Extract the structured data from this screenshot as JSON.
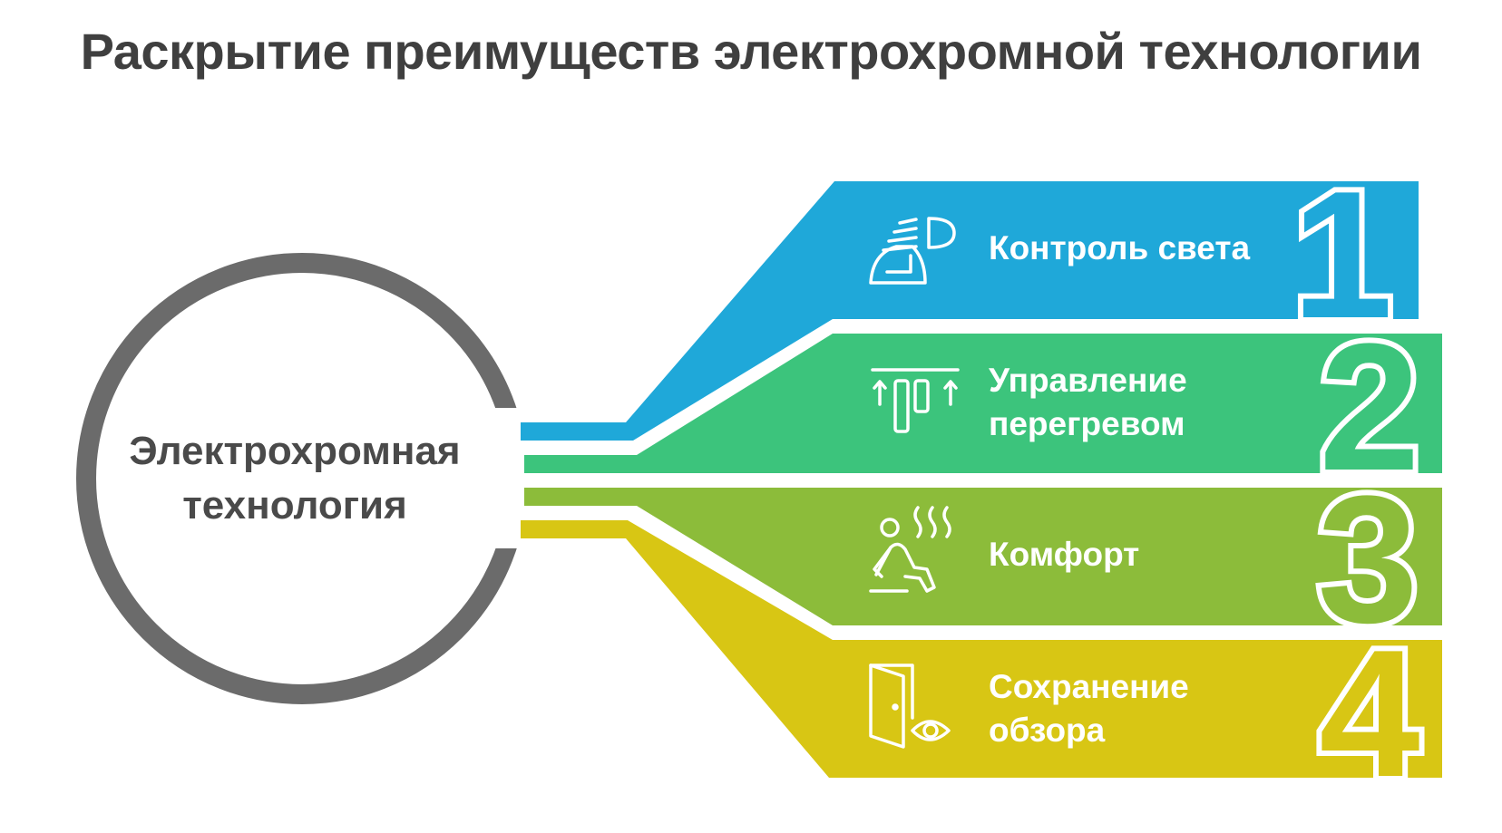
{
  "title": "Раскрытие преимуществ электрохромной технологии",
  "center": {
    "label_line1": "Электрохромная",
    "label_line2": "технология"
  },
  "items": [
    {
      "number": "1",
      "label_line1": "Контроль света",
      "label_line2": "",
      "color": "#1fa8d9",
      "icon": "headlight-icon"
    },
    {
      "number": "2",
      "label_line1": "Управление",
      "label_line2": "перегревом",
      "color": "#3cc47c",
      "icon": "heat-shield-icon"
    },
    {
      "number": "3",
      "label_line1": "Комфорт",
      "label_line2": "",
      "color": "#8cbc3a",
      "icon": "person-relaxing-heat-icon"
    },
    {
      "number": "4",
      "label_line1": "Сохранение",
      "label_line2": "обзора",
      "color": "#d8c614",
      "icon": "door-eye-icon"
    }
  ],
  "colors": {
    "circle_stroke": "#6b6b6b",
    "title_text": "#3f3f3f",
    "center_text": "#4a4a4a",
    "label_text": "#ffffff"
  }
}
